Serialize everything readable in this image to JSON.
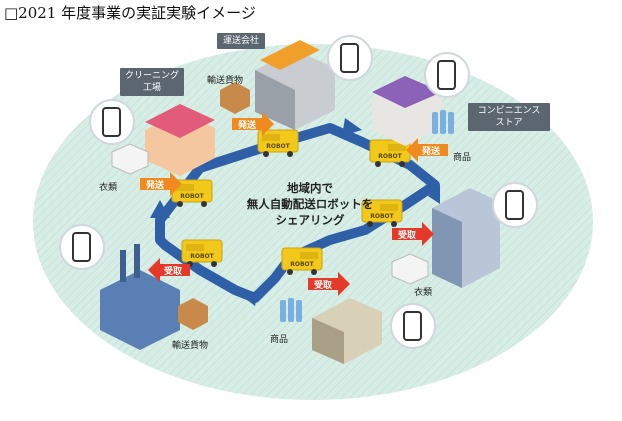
{
  "title": "□2021 年度事業の実証実験イメージ",
  "center_label_lines": [
    "地域内で",
    "無人自動配送ロボットを",
    "シェアリング"
  ],
  "tags": {
    "delivery_company": "運送会社",
    "cleaning_factory_line1": "クリーニング",
    "cleaning_factory_line2": "工場",
    "convenience_store_line1": "コンビニエンス",
    "convenience_store_line2": "ストア"
  },
  "labels": {
    "cargo_top": "輸送貨物",
    "clothes_left": "衣類",
    "goods_right": "商品",
    "clothes_right": "衣類",
    "goods_bottom": "商品",
    "cargo_bottom": "輸送貨物"
  },
  "arrows": {
    "send": "発送",
    "receive": "受取"
  },
  "robot_text": "ROBOT",
  "colors": {
    "ellipse": "#d8eee6",
    "path": "#2f5fa7",
    "robot": "#f2c81a",
    "send_arrow": "#f08a1e",
    "receive_arrow": "#e53a2a",
    "tag_bg": "#5b6670"
  }
}
